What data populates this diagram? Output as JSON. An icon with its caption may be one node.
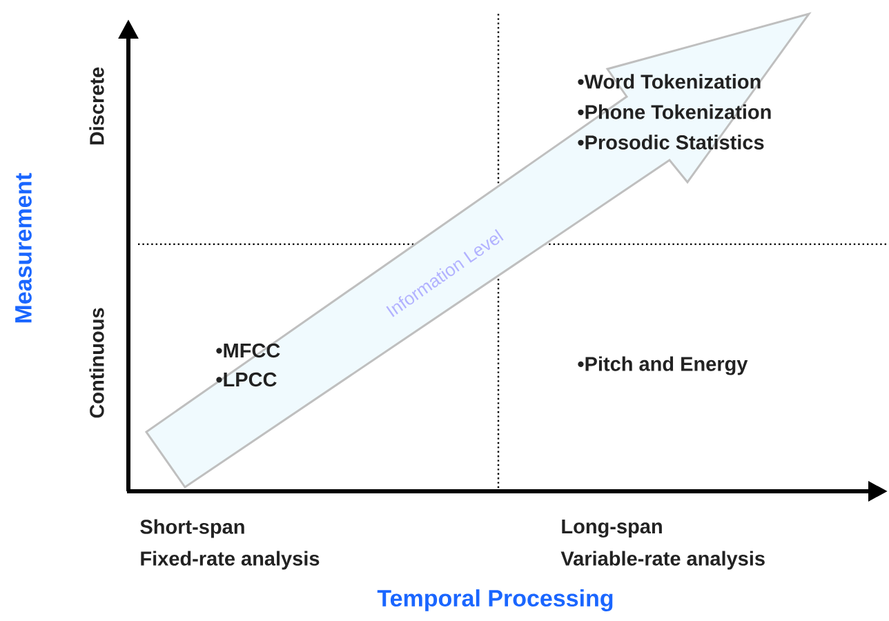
{
  "diagram": {
    "nodes": [
      {
        "text": [
          "Information Level"
        ]
      }
    ],
    "labels": [
      "•Word Tokenization",
      "•Phone Tokenization",
      "•Prosodic Statistics",
      "Discrete",
      "Measurement",
      "Continuous",
      "•MFCC",
      "•LPCC",
      "•Pitch and Energy",
      "Short-span",
      "Fixed-rate analysis",
      "Long-span",
      "Variable-rate analysis",
      "Temporal Processing"
    ]
  }
}
